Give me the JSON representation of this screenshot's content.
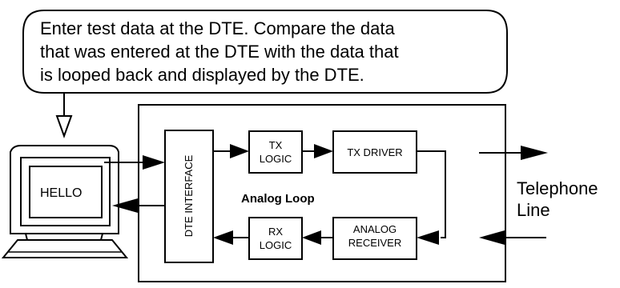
{
  "callout": {
    "line1": "Enter test data at the DTE. Compare the data",
    "line2": "that was entered at the DTE with the data that",
    "line3": "is looped back and displayed by the DTE."
  },
  "screen_text": "HELLO",
  "loop_label": "Analog Loop",
  "blocks": {
    "dte_interface": "DTE INTERFACE",
    "tx_logic_1": "TX",
    "tx_logic_2": "LOGIC",
    "tx_driver": "TX DRIVER",
    "rx_logic_1": "RX",
    "rx_logic_2": "LOGIC",
    "analog_receiver_1": "ANALOG",
    "analog_receiver_2": "RECEIVER"
  },
  "telephone_line": {
    "line1": "Telephone",
    "line2": "Line"
  }
}
